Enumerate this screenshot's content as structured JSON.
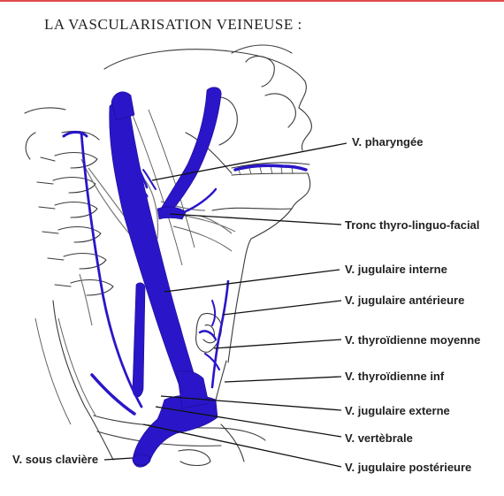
{
  "title": "La vascularisation veineuse :",
  "colors": {
    "vein": "#2a16c8",
    "sketch": "#3a3a3a",
    "accent_line": "#e04a4a"
  },
  "labels": {
    "pharyngee": "V. pharyngée",
    "tronc": "Tronc thyro-linguo-facial",
    "jugulaire_interne": "V. jugulaire interne",
    "jugulaire_anterieure": "V. jugulaire antérieure",
    "thyroidienne_moyenne": "V. thyroïdienne moyenne",
    "thyroidienne_inf": "V. thyroïdienne inf",
    "jugulaire_externe": "V. jugulaire externe",
    "vertebrale": "V. vertèbrale",
    "jugulaire_posterieure": "V. jugulaire postérieure",
    "sous_claviere": "V. sous clavière"
  }
}
